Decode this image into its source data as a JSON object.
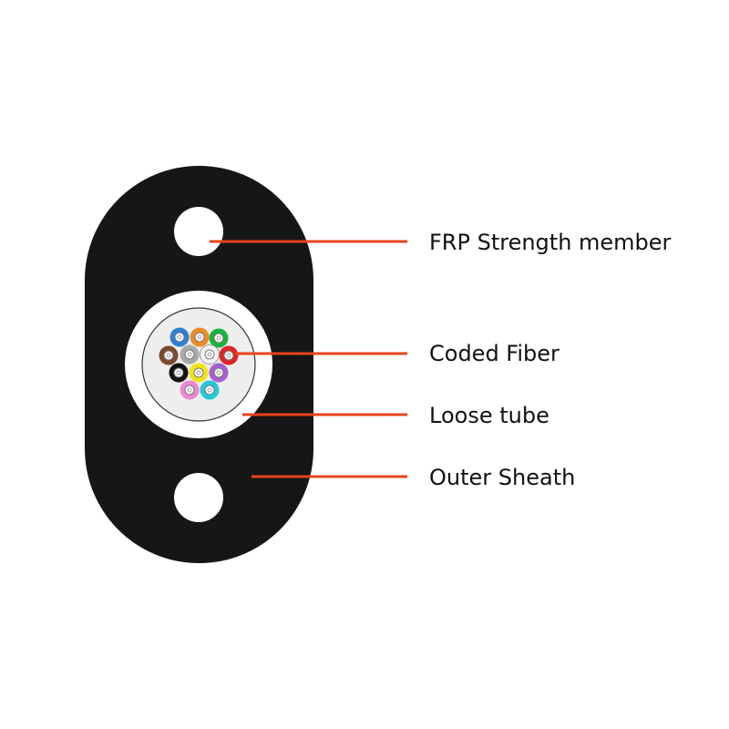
{
  "labels": {
    "strength_member": "FRP Strength member",
    "coded_fiber": "Coded Fiber",
    "loose_tube": "Loose tube",
    "outer_sheath": "Outer Sheath"
  },
  "colors": {
    "sheath": "#161616",
    "leader": "#e8431c",
    "tube_fill": "#eeeeee",
    "tube_outline": "#333333",
    "fibers": [
      "#2f7fd6",
      "#ee8b27",
      "#17b33a",
      "#7b4a2a",
      "#a9a9a9",
      "#f4f4f4",
      "#e02424",
      "#111111",
      "#f2e21a",
      "#a55fd0",
      "#ee87d2",
      "#23c9d8"
    ]
  }
}
